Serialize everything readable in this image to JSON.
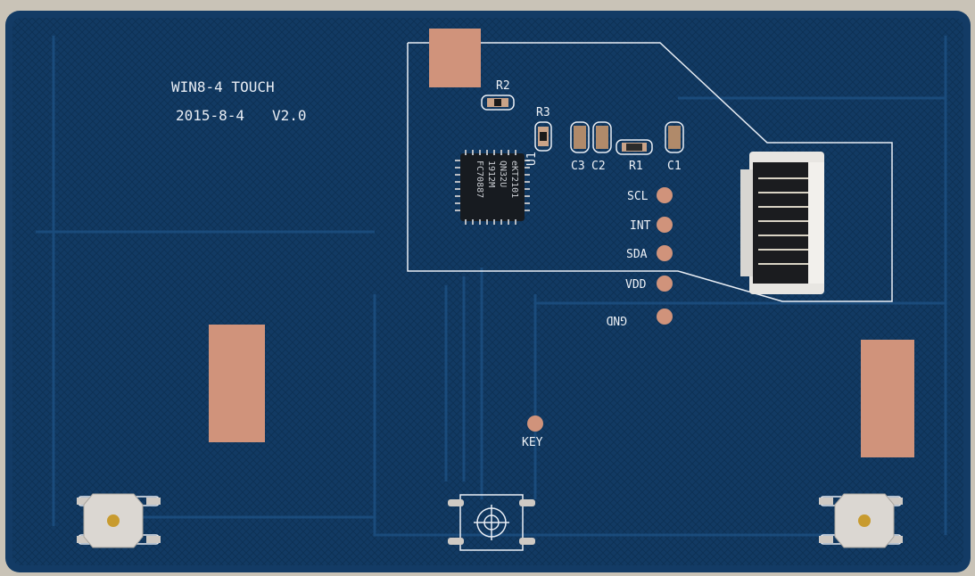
{
  "board": {
    "title_line": "WIN8-4  TOUCH",
    "date_line": "2015-8-4",
    "version": "V2.0",
    "chip": {
      "lines": [
        "eKT2101",
        "QN32U",
        "1912M",
        "FC70887"
      ]
    },
    "refs": {
      "r1": "R1",
      "r2": "R2",
      "r3": "R3",
      "c1": "C1",
      "c2": "C2",
      "c3": "C3",
      "chip_ref": "U1"
    },
    "pads": {
      "scl": "SCL",
      "int": "INT",
      "sda": "SDA",
      "vdd": "VDD",
      "gnd": "GND",
      "key": "KEY"
    }
  },
  "colors": {
    "pcb": "#123a63",
    "pcb_dark": "#0e3054",
    "copper": "#d0937b",
    "silkscreen": "#e9eef5",
    "background": "#c9c3b7"
  }
}
